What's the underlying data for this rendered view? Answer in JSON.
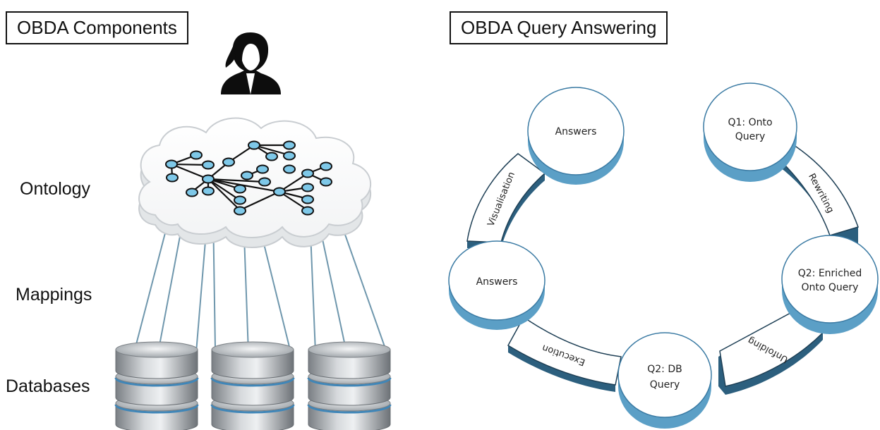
{
  "left_panel": {
    "title": "OBDA Components",
    "labels": {
      "ontology": "Ontology",
      "mappings": "Mappings",
      "databases": "Databases"
    }
  },
  "right_panel": {
    "title": "OBDA Query Answering",
    "nodes": {
      "answers_top": [
        "Answers"
      ],
      "q1": [
        "Q1: Onto",
        "Query"
      ],
      "q2_enriched": [
        "Q2: Enriched",
        "Onto Query"
      ],
      "q2_db": [
        "Q2: DB",
        "Query"
      ],
      "answers_left": [
        "Answers"
      ]
    },
    "steps": {
      "rewriting": "Rewriting",
      "unfolding": "Unfolding",
      "execution": "Execution",
      "visualisation": "Visualisation"
    }
  },
  "colors": {
    "disk_top": "#ffffff",
    "disk_side": "#5b9fc6",
    "segment_side": "#2c5f7e",
    "graph_node": "#7ec8e8",
    "mapping_line": "#6f97ad",
    "db_band": "#3f86b8"
  }
}
